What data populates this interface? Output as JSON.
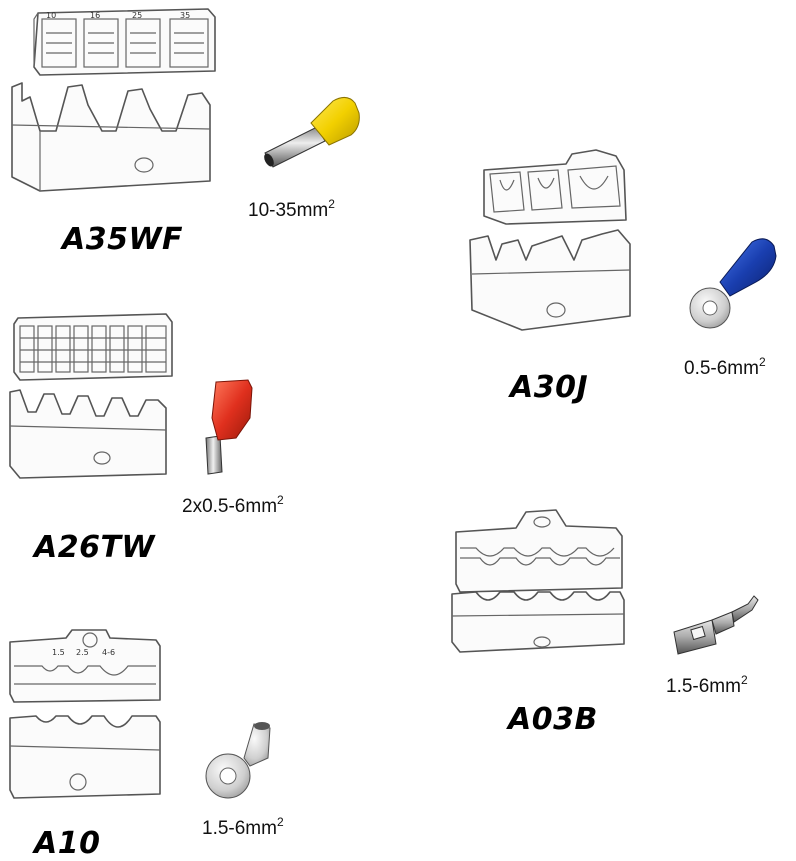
{
  "products": [
    {
      "model": "A35WF",
      "size_text": "10-35mm",
      "size_sup": "2",
      "die_marks": [
        "10",
        "16",
        "25",
        "35"
      ],
      "terminal": "yellow-ferrule-icon",
      "color": "#f2d000"
    },
    {
      "model": "A26TW",
      "size_text": "2x0.5-6mm",
      "size_sup": "2",
      "terminal": "twin-ferrule-icon",
      "color": "#e0301e"
    },
    {
      "model": "A10",
      "size_text": "1.5-6mm",
      "size_sup": "2",
      "die_marks": [
        "1.5",
        "2.5",
        "4-6"
      ],
      "terminal": "ring-terminal-icon",
      "color": "#c8c8c8"
    },
    {
      "model": "A30J",
      "size_text": "0.5-6mm",
      "size_sup": "2",
      "terminal": "blue-ring-terminal-icon",
      "color": "#1a3fb0"
    },
    {
      "model": "A03B",
      "size_text": "1.5-6mm",
      "size_sup": "2",
      "terminal": "spade-terminal-icon",
      "color": "#aaaaaa"
    }
  ]
}
